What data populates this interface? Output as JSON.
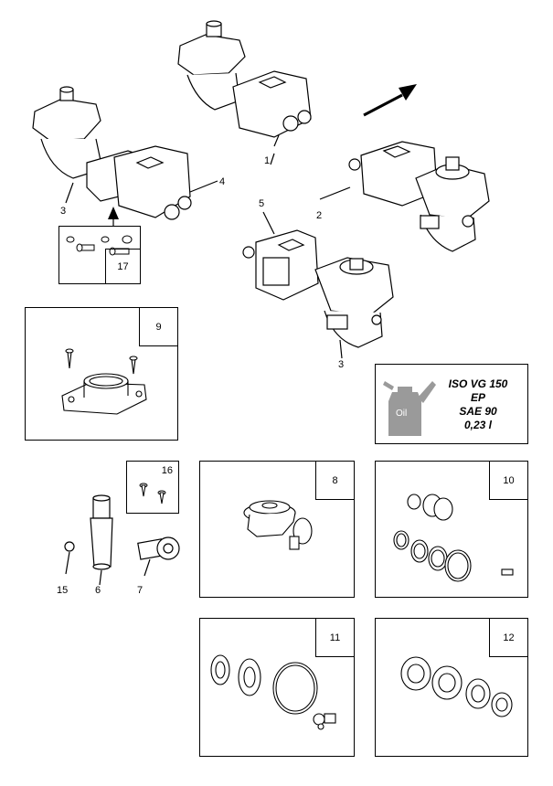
{
  "callouts": {
    "c1": "1",
    "c2": "2",
    "c3a": "3",
    "c3b": "3",
    "c4": "4",
    "c5": "5",
    "c6": "6",
    "c7": "7",
    "c15": "15"
  },
  "panels": {
    "p8": "8",
    "p9": "9",
    "p10": "10",
    "p11": "11",
    "p12": "12",
    "p16": "16",
    "p17": "17"
  },
  "oil": {
    "line1": "ISO VG 150 EP",
    "line2": "SAE 90",
    "line3": "0,23 l",
    "can_label": "Oil"
  }
}
